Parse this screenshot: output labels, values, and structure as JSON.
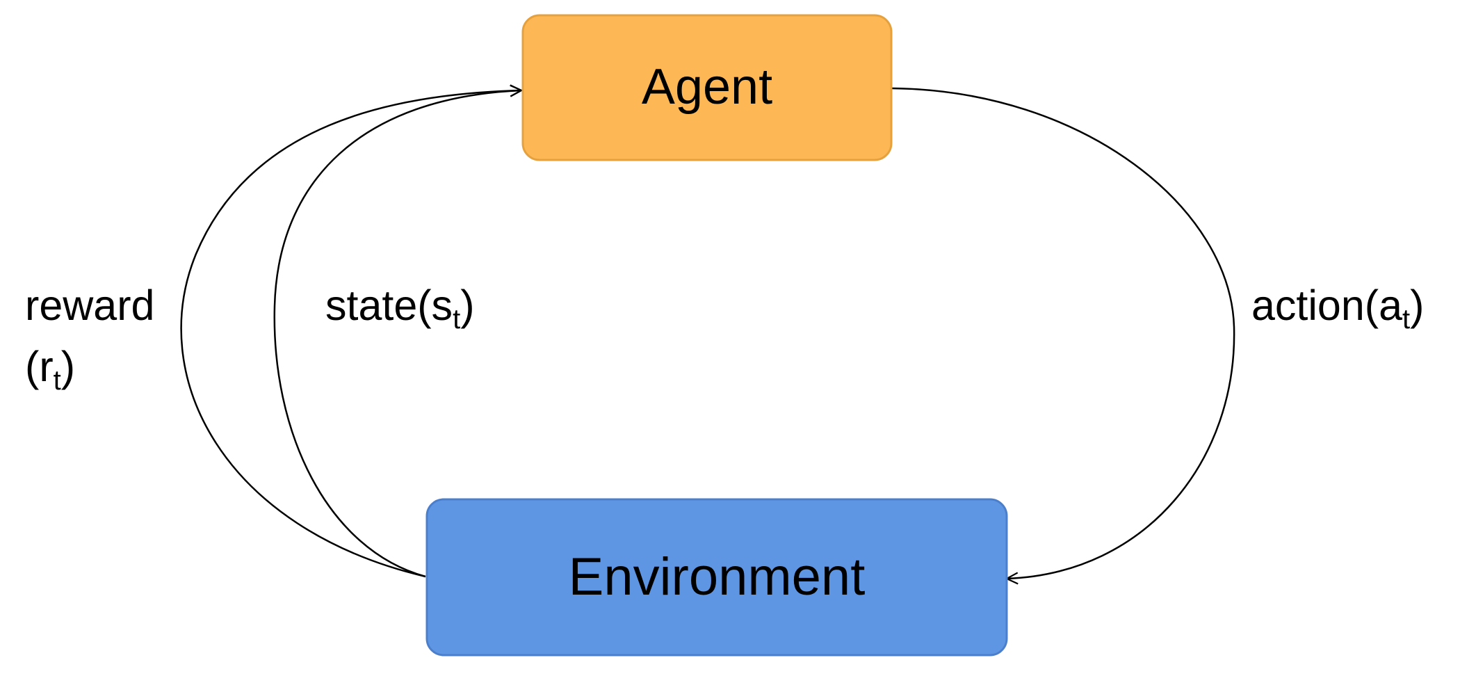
{
  "nodes": {
    "agent": {
      "label": "Agent",
      "fill": "#FDB755",
      "stroke": "#E6A13F"
    },
    "environment": {
      "label": "Environment",
      "fill": "#5F96E4",
      "stroke": "#4B7FCC"
    }
  },
  "edges": {
    "reward": {
      "label_main": "reward",
      "label_open": "(r",
      "label_sub": "t",
      "label_close": ")"
    },
    "state": {
      "label_main": "state(s",
      "label_sub": "t",
      "label_close": ")"
    },
    "action": {
      "label_main": "action(a",
      "label_sub": "t",
      "label_close": ")"
    }
  },
  "colors": {
    "line": "#000000",
    "background": "#FFFFFF"
  }
}
